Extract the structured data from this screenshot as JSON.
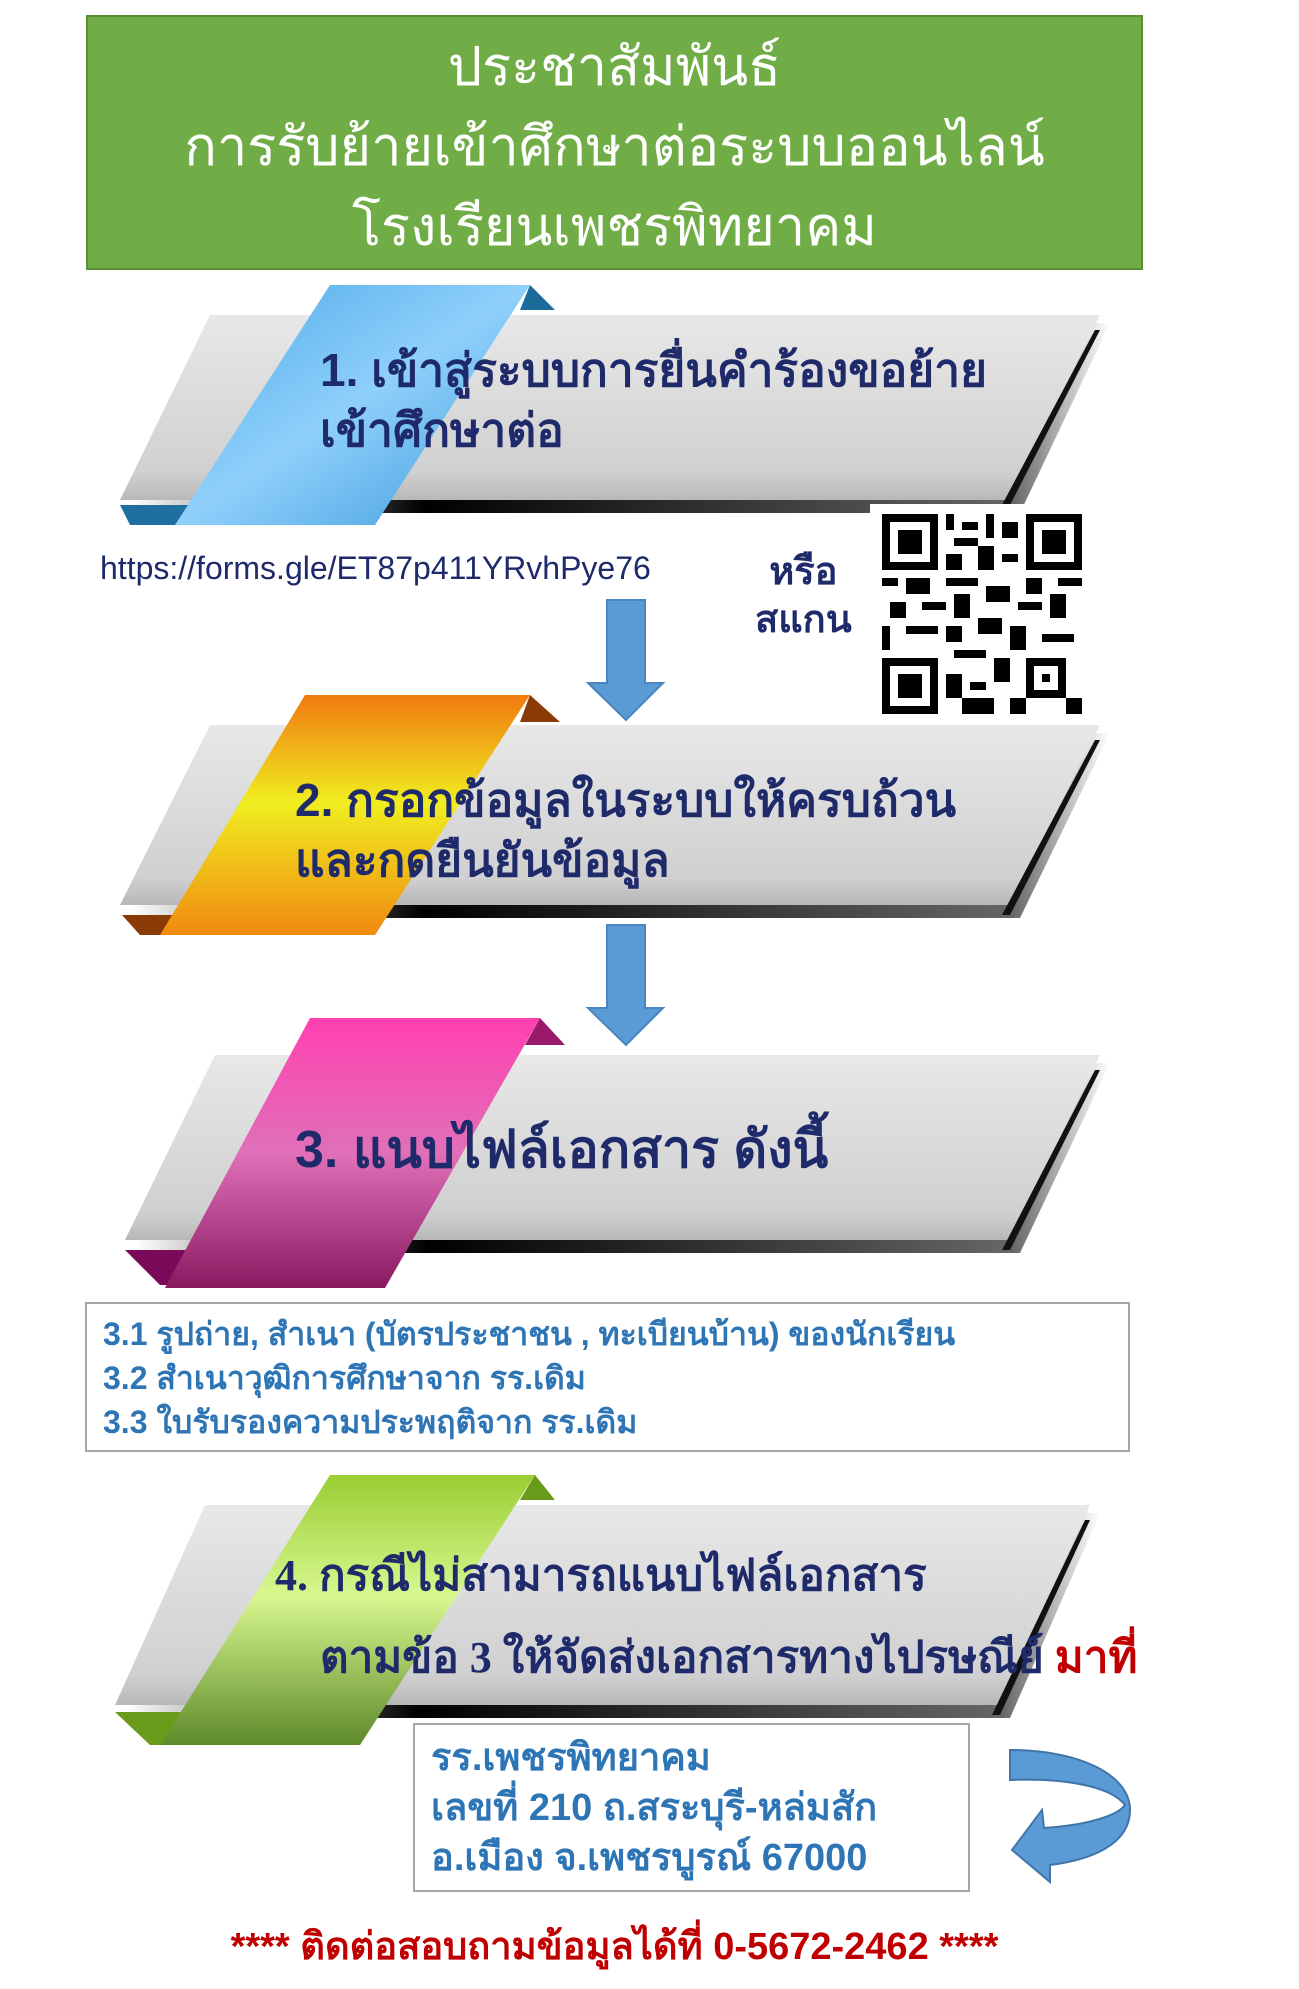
{
  "header": {
    "line1": "ประชาสัมพันธ์",
    "line2": "การรับย้ายเข้าศึกษาต่อระบบออนไลน์",
    "line3": "โรงเรียนเพชรพิทยาคม",
    "color": "#70ad47"
  },
  "steps": [
    {
      "line1": "1. เข้าสู่ระบบการยื่นคำร้องขอย้าย",
      "line2": "เข้าศึกษาต่อ",
      "ribbon_color": "#4fb3f0"
    },
    {
      "line1": "2. กรอกข้อมูลในระบบให้ครบถ้วน",
      "line2": "และกดยืนยันข้อมูล",
      "ribbon_color": "#f5a020"
    },
    {
      "line1": "3. แนบไฟล์เอกสาร  ดังนี้",
      "ribbon_color": "#e0408f"
    },
    {
      "line1": "4. กรณีไม่สามารถแนบไฟล์เอกสาร",
      "line2": "ตามข้อ 3 ให้จัดส่งเอกสารทางไปรษณีย์",
      "line2_highlight": "มาที่",
      "ribbon_color": "#9acd32"
    }
  ],
  "link": {
    "url": "https://forms.gle/ET87p411YRvhPye76",
    "or_label": "หรือ",
    "scan_label": "สแกน"
  },
  "documents": [
    "3.1 รูปถ่าย, สำเนา (บัตรประชาชน , ทะเบียนบ้าน) ของนักเรียน",
    "3.2 สำเนาวุฒิการศึกษาจาก รร.เดิม",
    "3.3 ใบรับรองความประพฤติจาก รร.เดิม"
  ],
  "address": {
    "line1": "รร.เพชรพิทยาคม",
    "line2": "เลขที่  210 ถ.สระบุรี-หล่มสัก",
    "line3": "อ.เมือง  จ.เพชรบูรณ์  67000"
  },
  "footer": {
    "text": "**** ติดต่อสอบถามข้อมูลได้ที่  0-5672-2462 ****",
    "color": "#c00000"
  }
}
